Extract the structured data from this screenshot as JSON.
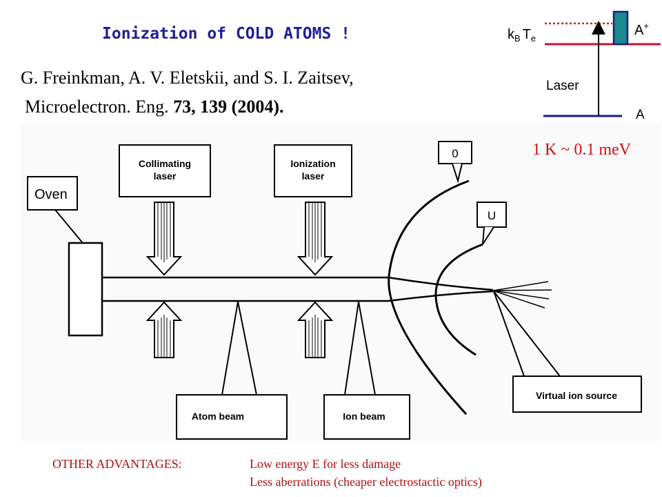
{
  "title": "Ionization of COLD ATOMS !",
  "reference": {
    "authors": "G. Freinkman, A. V. Eletskii, and S. I. Zaitsev,",
    "journal": "Microelectron. Eng.",
    "volume_year": "73, 139 (2004)."
  },
  "energy_diagram": {
    "thermal_label_k": "k",
    "thermal_label_sub_b": "B",
    "thermal_label_t": "T",
    "thermal_label_sub_e": "e",
    "ion_level": "A",
    "ion_level_sup": "+",
    "laser_label": "Laser",
    "ground_level": "A",
    "conversion": "1 K ~ 0.1 meV",
    "colors": {
      "red_line": "#c8102e",
      "blue_line": "#1a1a8c",
      "ion_box": "#1a8a8a",
      "dotted": "#d02020"
    }
  },
  "apparatus": {
    "oven": "Oven",
    "collimating_laser_line1": "Collimating",
    "collimating_laser_line2": "laser",
    "ionization_laser_line1": "Ionization",
    "ionization_laser_line2": "laser",
    "electrode_0": "0",
    "electrode_u": "U",
    "atom_beam": "Atom beam",
    "ion_beam": "Ion beam",
    "virtual_source": "Virtual ion source"
  },
  "advantages": {
    "heading": "OTHER ADVANTAGES:",
    "item1": "Low energy E for less damage",
    "item2": "Less aberrations (cheaper electrostactic optics)"
  }
}
